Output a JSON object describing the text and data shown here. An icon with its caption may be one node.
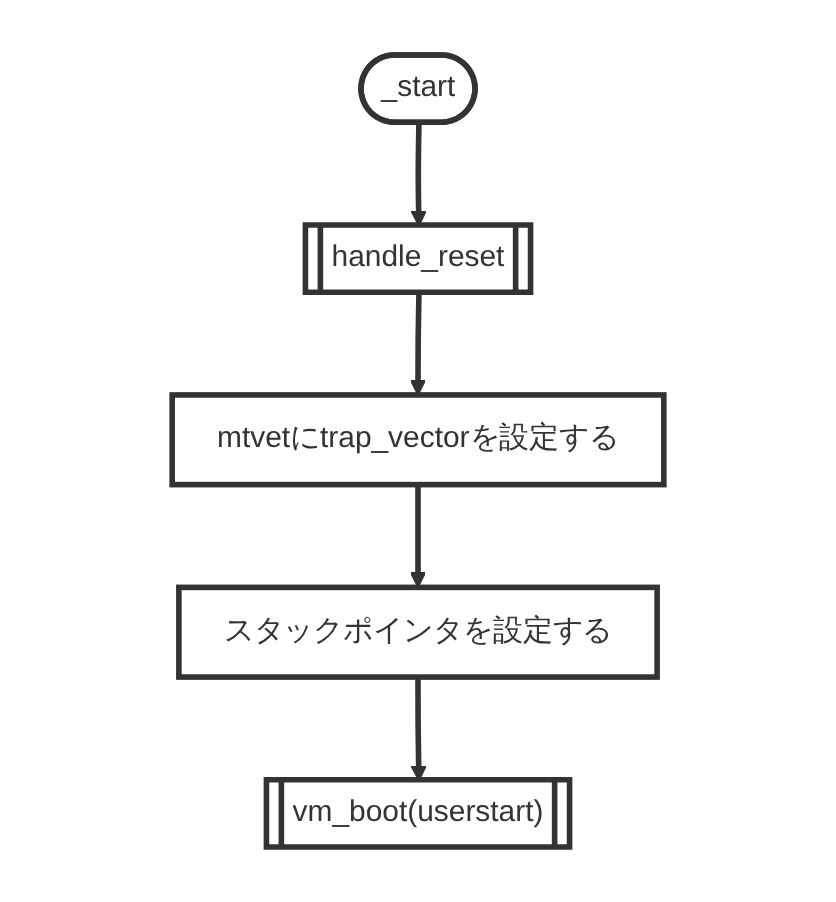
{
  "diagram": {
    "nodes": [
      {
        "text": [
          "_start"
        ]
      },
      {
        "text": [
          "handle_reset"
        ]
      },
      {
        "text": [
          "mtvetにtrap_vectorを設定する"
        ]
      },
      {
        "text": [
          "スタックポインタを設定する"
        ]
      },
      {
        "text": [
          "vm_boot(userstart)"
        ]
      }
    ],
    "edges": [
      {
        "from": 0,
        "to": 1,
        "arrow": "to"
      },
      {
        "from": 1,
        "to": 2,
        "arrow": "to"
      },
      {
        "from": 2,
        "to": 3,
        "arrow": "to"
      },
      {
        "from": 3,
        "to": 4,
        "arrow": "to"
      }
    ]
  }
}
